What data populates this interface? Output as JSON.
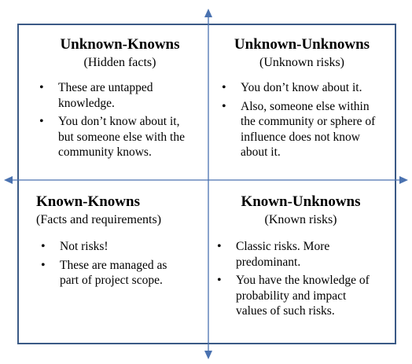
{
  "colors": {
    "frame": "#3b5a86",
    "axis": "#4a72b0",
    "text": "#000000"
  },
  "quadrants": {
    "top_left": {
      "title": "Unknown-Knowns",
      "subtitle": "(Hidden facts)",
      "bullets": [
        "These are untapped knowledge.",
        "You don’t know about it, but someone else with the community knows."
      ]
    },
    "top_right": {
      "title": "Unknown-Unknowns",
      "subtitle": "(Unknown risks)",
      "bullets": [
        "You don’t know about it.",
        "Also, someone else within the community or sphere of influence does not know about it."
      ]
    },
    "bottom_left": {
      "title": "Known-Knowns",
      "subtitle": "(Facts and requirements)",
      "bullets": [
        "Not risks!",
        "These are managed as part of project scope."
      ]
    },
    "bottom_right": {
      "title": "Known-Unknowns",
      "subtitle": "(Known risks)",
      "bullets": [
        "Classic risks. More predominant.",
        "You have the knowledge of probability and impact values of such risks."
      ]
    }
  }
}
